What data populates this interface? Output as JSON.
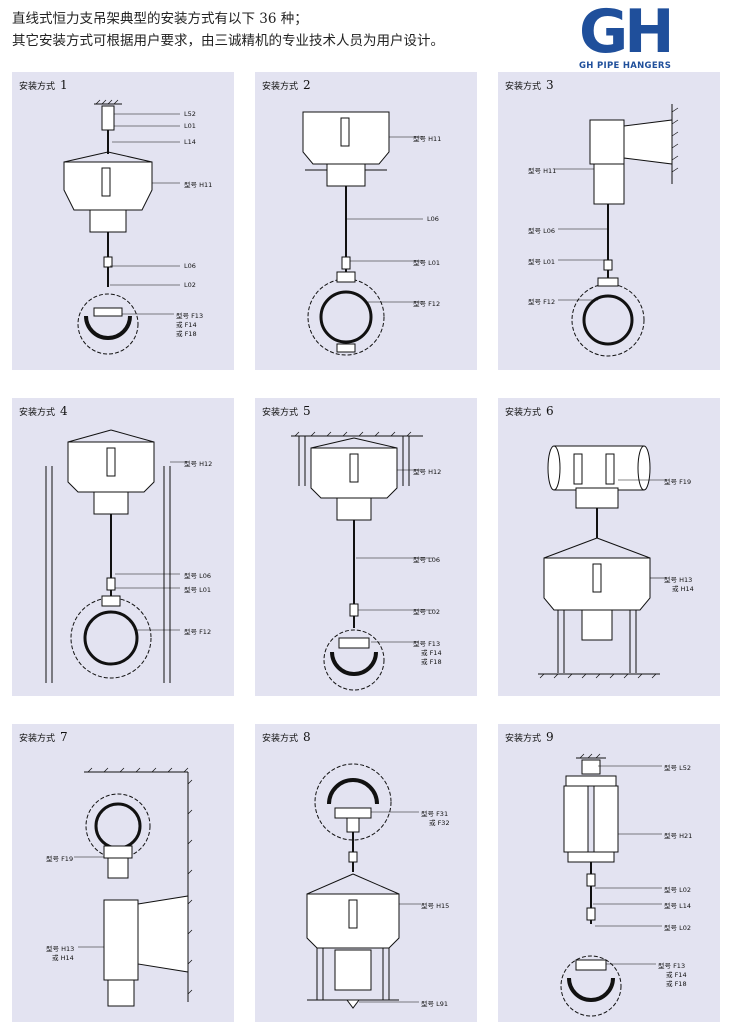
{
  "header": {
    "line1": "直线式恒力支吊架典型的安装方式有以下 36 种；",
    "line2": "其它安装方式可根据用户要求，由三诚精机的专业技术人员为用户设计。"
  },
  "logo": {
    "mark": "GH",
    "tagline": "GH PIPE HANGERS",
    "color": "#1f4f9b"
  },
  "panel_title": "安装方式",
  "panels": [
    {
      "number": "1",
      "labels": [
        "L52",
        "L01",
        "L14",
        "型号 H11",
        "L06",
        "L02",
        "型号 F13",
        "或 F14",
        "或 F18"
      ]
    },
    {
      "number": "2",
      "labels": [
        "型号 H11",
        "L06",
        "型号 L01",
        "型号 F12"
      ]
    },
    {
      "number": "3",
      "labels": [
        "型号 H11",
        "型号 L06",
        "型号 L01",
        "型号 F12"
      ]
    },
    {
      "number": "4",
      "labels": [
        "型号 H12",
        "型号 L06",
        "型号 L01",
        "型号 F12"
      ]
    },
    {
      "number": "5",
      "labels": [
        "型号 H12",
        "型号 L06",
        "型号 L02",
        "型号 F13",
        "或 F14",
        "或 F18"
      ]
    },
    {
      "number": "6",
      "labels": [
        "型号 F19",
        "型号 H13",
        "或 H14"
      ]
    },
    {
      "number": "7",
      "labels": [
        "型号 F19",
        "型号 H13",
        "或 H14"
      ]
    },
    {
      "number": "8",
      "labels": [
        "型号 F31",
        "或 F32",
        "型号 H15",
        "型号 L91"
      ]
    },
    {
      "number": "9",
      "labels": [
        "型号 L52",
        "型号 H21",
        "型号 L02",
        "型号 L14",
        "型号 L02",
        "型号 F13",
        "或 F14",
        "或 F18"
      ]
    }
  ]
}
